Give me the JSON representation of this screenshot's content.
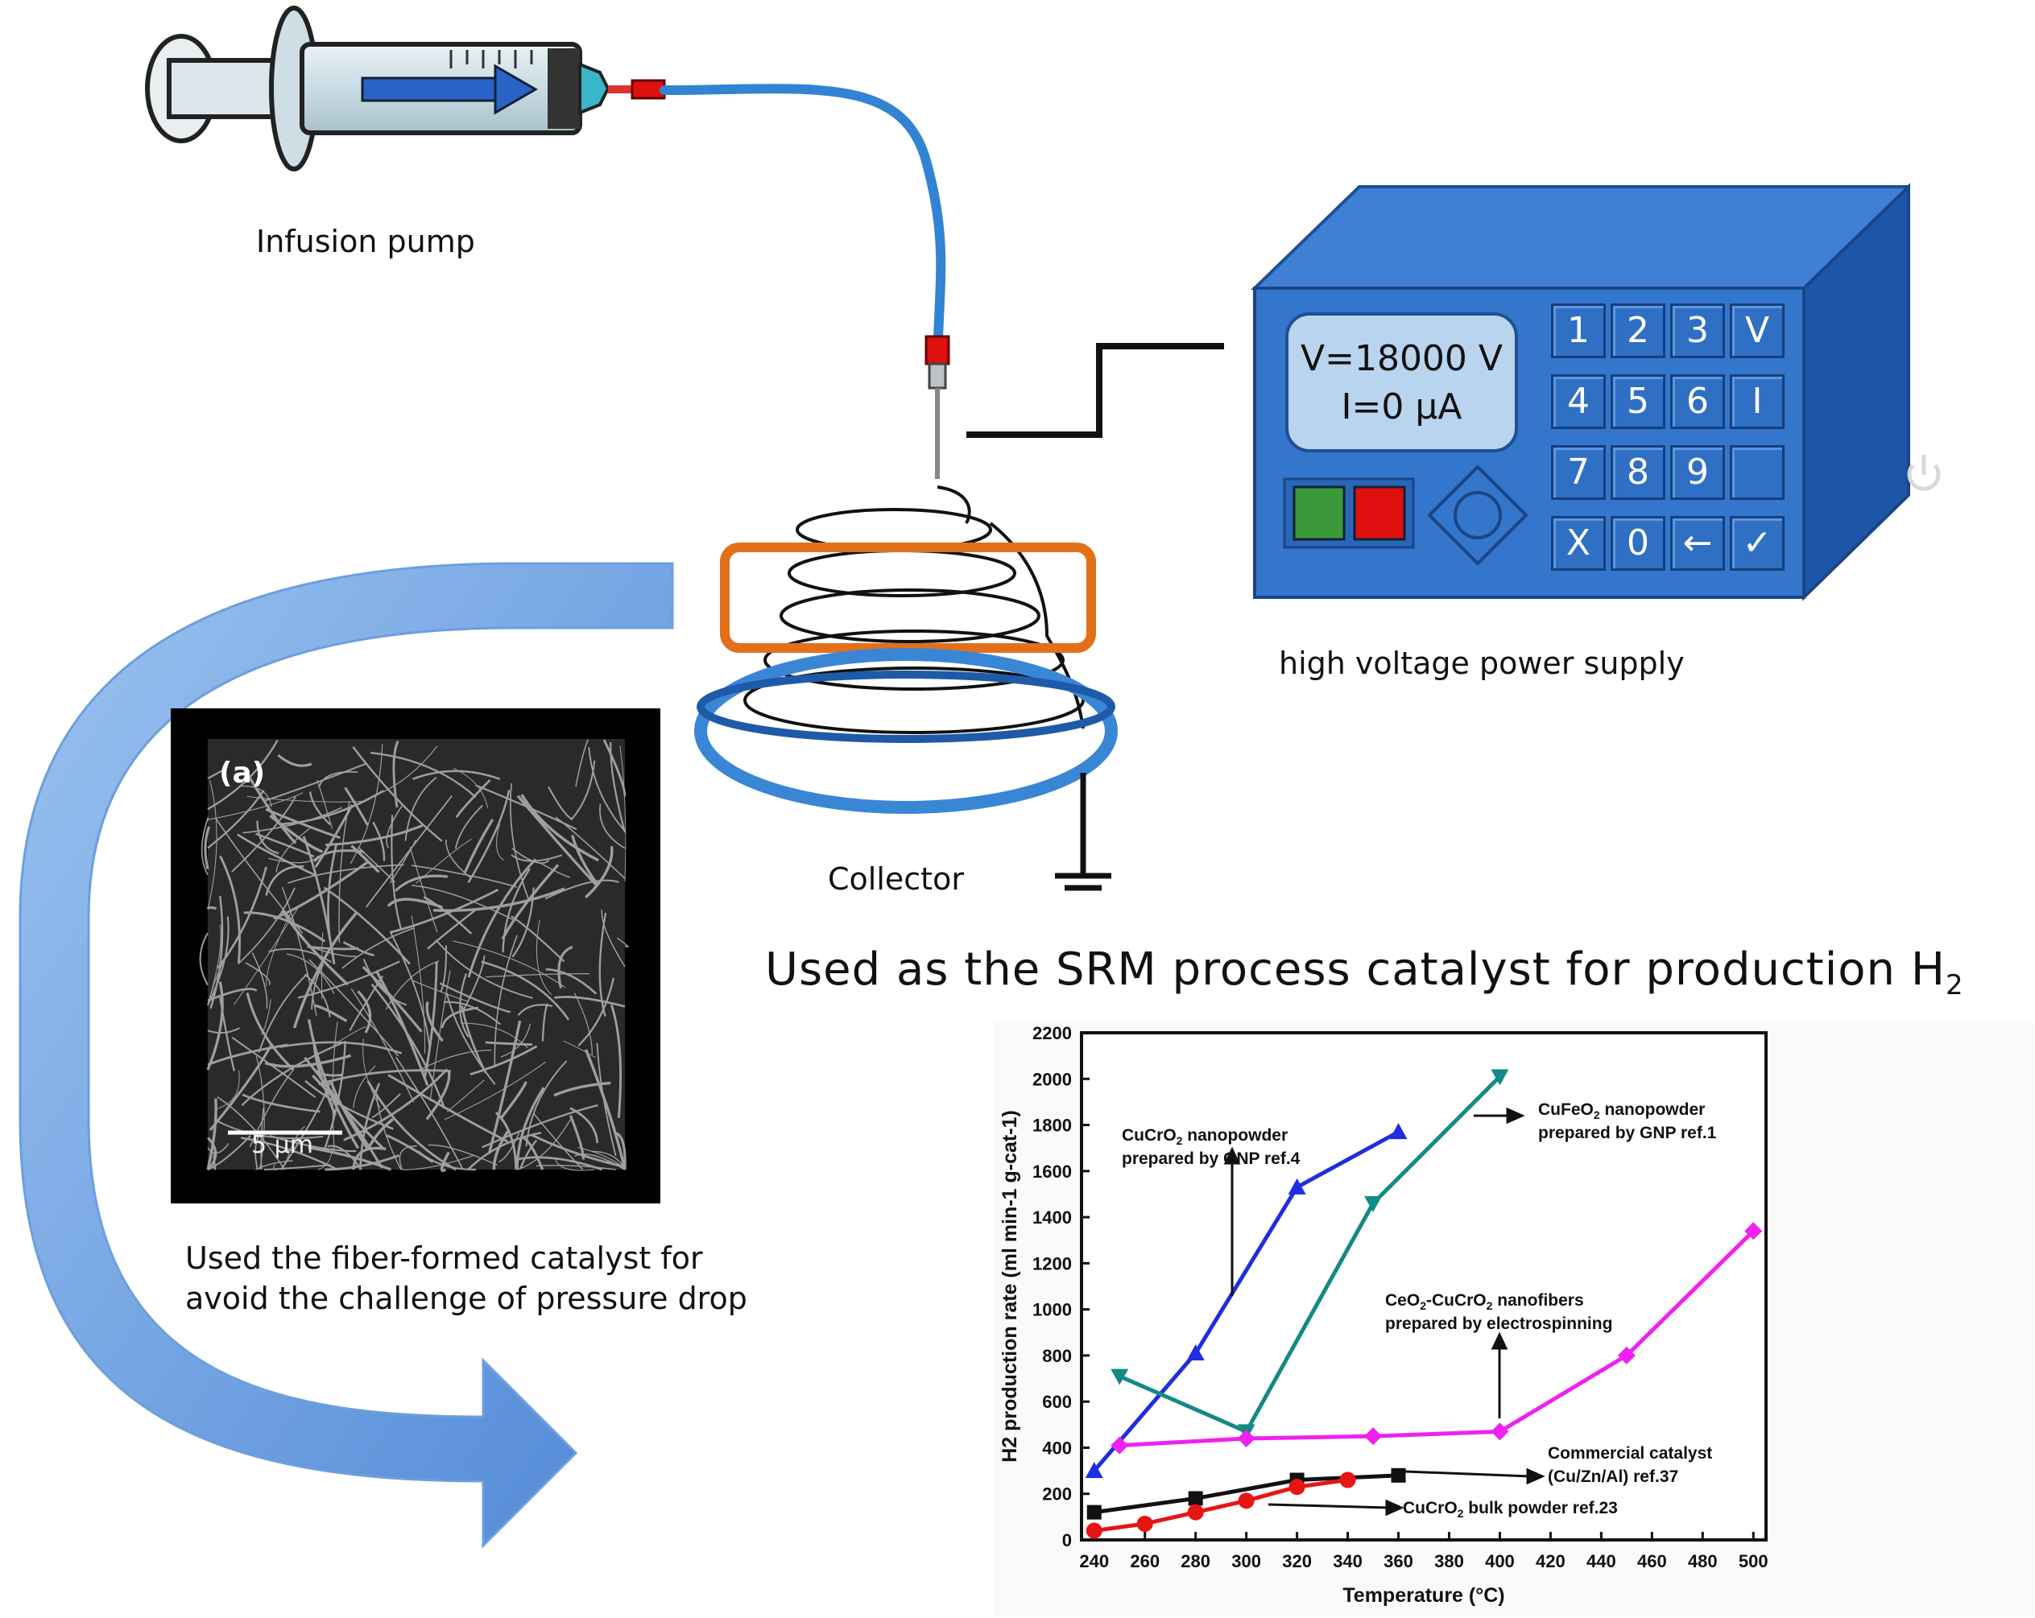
{
  "labels": {
    "infusion_pump": "Infusion pump",
    "high_voltage_power_supply": "high voltage power supply",
    "collector": "Collector",
    "srm_heading": "Used as the SRM process catalyst for production H",
    "srm_heading_sub": "2",
    "fiber_caption_line1": "Used the fiber-formed catalyst for",
    "fiber_caption_line2": "avoid the challenge of pressure drop"
  },
  "power_supply": {
    "display_line1": "V=18000 V",
    "display_line2": "I=0 μA",
    "keys": [
      "1",
      "2",
      "3",
      "V",
      "4",
      "5",
      "6",
      "I",
      "7",
      "8",
      "9",
      "",
      "X",
      "0",
      "←",
      "✓"
    ],
    "power_icon": "power-icon",
    "button_colors": {
      "start": "#3a9a3a",
      "stop": "#e01010"
    },
    "body_color": "#3576c8"
  },
  "sem_image": {
    "panel_label": "(a)",
    "scale_bar": "5 μm"
  },
  "chart_data": {
    "type": "line",
    "title": "",
    "xlabel": "Temperature (°C)",
    "ylabel": "H2 production rate (ml min-1 g-cat-1)",
    "xlim": [
      235,
      505
    ],
    "ylim": [
      0,
      2200
    ],
    "x_ticks": [
      240,
      260,
      280,
      300,
      320,
      340,
      360,
      380,
      400,
      420,
      440,
      460,
      480,
      500
    ],
    "y_ticks": [
      0,
      200,
      400,
      600,
      800,
      1000,
      1200,
      1400,
      1600,
      1800,
      2000,
      2200
    ],
    "series": [
      {
        "id": "cucro2-gnp",
        "name": "CuCrO2 nanopowder prepared by GNP ref.4",
        "color": "#1f2ee0",
        "marker": "triangle-up",
        "x": [
          240,
          280,
          320,
          360
        ],
        "y": [
          300,
          810,
          1530,
          1770
        ]
      },
      {
        "id": "cufeo2-gnp",
        "name": "CuFeO2 nanopowder prepared by GNP ref.1",
        "color": "#128a85",
        "marker": "triangle-down",
        "x": [
          250,
          300,
          350,
          400
        ],
        "y": [
          710,
          470,
          1460,
          2010
        ]
      },
      {
        "id": "ceo2-cucro2",
        "name": "CeO2-CuCrO2 nanofibers prepared by electrospinning",
        "color": "#f020f0",
        "marker": "diamond",
        "x": [
          250,
          300,
          350,
          400,
          450,
          500
        ],
        "y": [
          410,
          440,
          450,
          470,
          800,
          1340
        ]
      },
      {
        "id": "commercial",
        "name": "Commercial catalyst (Cu/Zn/Al) ref.37",
        "color": "#111111",
        "marker": "square",
        "x": [
          240,
          280,
          320,
          360
        ],
        "y": [
          120,
          180,
          260,
          280
        ]
      },
      {
        "id": "cucro2-bulk",
        "name": "CuCrO2 bulk powder ref.23",
        "color": "#e81515",
        "marker": "circle",
        "x": [
          240,
          260,
          280,
          300,
          320,
          340
        ],
        "y": [
          40,
          70,
          120,
          170,
          230,
          260
        ]
      }
    ],
    "annotations": {
      "cucro2_line1": "CuCrO",
      "cucro2_line1_sub": "2",
      "cucro2_line1_tail": " nanopowder",
      "cucro2_line2": "prepared by GNP ref.4",
      "cufeo2_line1": "CuFeO",
      "cufeo2_line1_sub": "2",
      "cufeo2_line1_tail": " nanopowder",
      "cufeo2_line2": "prepared by GNP ref.1",
      "ceo2_line1a": "CeO",
      "ceo2_line1_sub1": "2",
      "ceo2_line1b": "-CuCrO",
      "ceo2_line1_sub2": "2",
      "ceo2_line1_tail": " nanofibers",
      "ceo2_line2": "prepared by electrospinning",
      "commercial_line1": "Commercial catalyst",
      "commercial_line2": "(Cu/Zn/Al) ref.37",
      "bulk_line1": "CuCrO",
      "bulk_line1_sub": "2",
      "bulk_line1_tail": " bulk powder ref.23"
    }
  }
}
